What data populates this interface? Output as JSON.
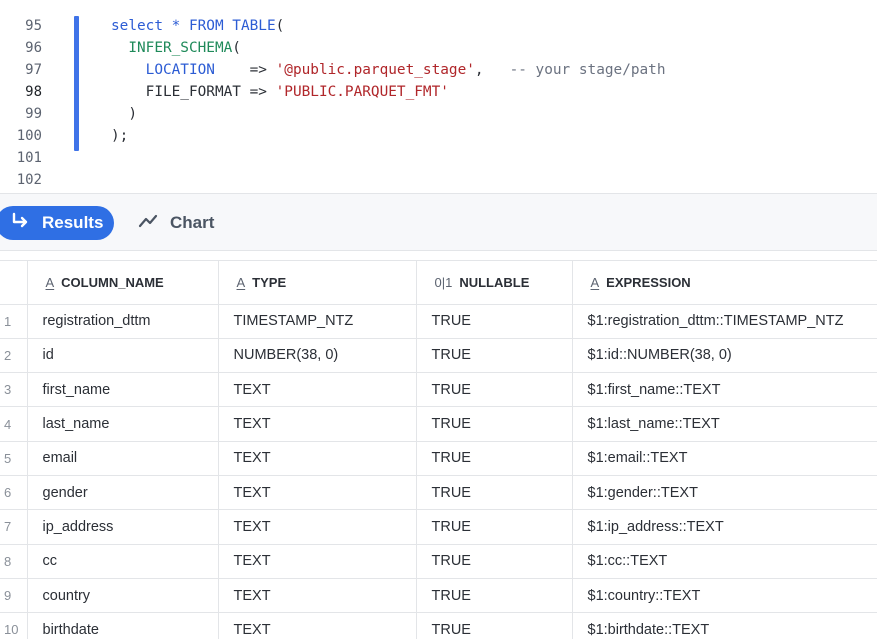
{
  "editor": {
    "line_numbers": [
      "95",
      "96",
      "97",
      "98",
      "99",
      "100",
      "101",
      "102"
    ],
    "active_line": "98",
    "lines": [
      [
        {
          "t": "select * ",
          "c": "kw"
        },
        {
          "t": "FROM TABLE",
          "c": "kw"
        },
        {
          "t": "(",
          "c": "op"
        }
      ],
      [
        {
          "t": "  INFER_SCHEMA",
          "c": "fn"
        },
        {
          "t": "(",
          "c": "op"
        }
      ],
      [
        {
          "t": "    LOCATION",
          "c": "prop"
        },
        {
          "t": "    => ",
          "c": "op"
        },
        {
          "t": "'@public.parquet_stage'",
          "c": "str"
        },
        {
          "t": ",   ",
          "c": "op"
        },
        {
          "t": "-- your stage/path",
          "c": "cm"
        }
      ],
      [
        {
          "t": "    FILE_FORMAT => ",
          "c": "op"
        },
        {
          "t": "'PUBLIC.PARQUET_FMT'",
          "c": "str"
        }
      ],
      [
        {
          "t": "  )",
          "c": "op"
        }
      ],
      [
        {
          "t": ");",
          "c": "op"
        }
      ],
      [
        {
          "t": "",
          "c": "op"
        }
      ],
      [
        {
          "t": "",
          "c": "op"
        }
      ]
    ]
  },
  "tabs": {
    "results_label": "Results",
    "chart_label": "Chart",
    "results_icon": "return-arrow-icon",
    "chart_icon": "line-chart-icon"
  },
  "table": {
    "columns": [
      {
        "label": "COLUMN_NAME",
        "type_icon": "A",
        "icon_name": "text-type-icon"
      },
      {
        "label": "TYPE",
        "type_icon": "A",
        "icon_name": "text-type-icon"
      },
      {
        "label": "NULLABLE",
        "type_icon": "0|1",
        "icon_name": "boolean-type-icon"
      },
      {
        "label": "EXPRESSION",
        "type_icon": "A",
        "icon_name": "text-type-icon"
      }
    ],
    "rows": [
      {
        "n": "1",
        "cells": [
          "registration_dttm",
          "TIMESTAMP_NTZ",
          "TRUE",
          "$1:registration_dttm::TIMESTAMP_NTZ"
        ]
      },
      {
        "n": "2",
        "cells": [
          "id",
          "NUMBER(38, 0)",
          "TRUE",
          "$1:id::NUMBER(38, 0)"
        ]
      },
      {
        "n": "3",
        "cells": [
          "first_name",
          "TEXT",
          "TRUE",
          "$1:first_name::TEXT"
        ]
      },
      {
        "n": "4",
        "cells": [
          "last_name",
          "TEXT",
          "TRUE",
          "$1:last_name::TEXT"
        ]
      },
      {
        "n": "5",
        "cells": [
          "email",
          "TEXT",
          "TRUE",
          "$1:email::TEXT"
        ]
      },
      {
        "n": "6",
        "cells": [
          "gender",
          "TEXT",
          "TRUE",
          "$1:gender::TEXT"
        ]
      },
      {
        "n": "7",
        "cells": [
          "ip_address",
          "TEXT",
          "TRUE",
          "$1:ip_address::TEXT"
        ]
      },
      {
        "n": "8",
        "cells": [
          "cc",
          "TEXT",
          "TRUE",
          "$1:cc::TEXT"
        ]
      },
      {
        "n": "9",
        "cells": [
          "country",
          "TEXT",
          "TRUE",
          "$1:country::TEXT"
        ]
      },
      {
        "n": "10",
        "cells": [
          "birthdate",
          "TEXT",
          "TRUE",
          "$1:birthdate::TEXT"
        ]
      }
    ]
  },
  "colors": {
    "accent": "#2f6fe4",
    "fold_bar": "#3f73e8",
    "keyword": "#2c5cd4",
    "function": "#1f8a5a",
    "string": "#b0262a",
    "comment": "#6b7280"
  }
}
